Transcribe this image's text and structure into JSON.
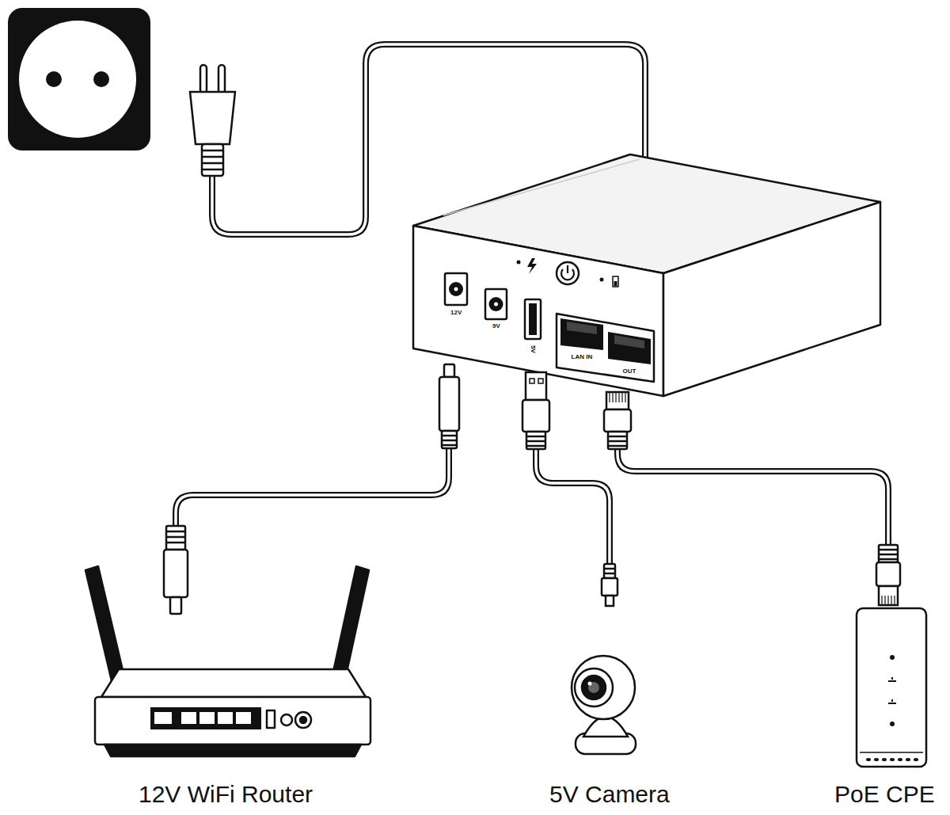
{
  "diagram": {
    "nodes": [
      {
        "text": [
          "12V",
          "9V",
          "5V",
          "LAN IN",
          "OUT"
        ]
      },
      {
        "text": [
          "12V WiFi Router"
        ]
      },
      {
        "text": [
          "5V Camera"
        ]
      },
      {
        "text": [
          "PoE CPE"
        ]
      }
    ],
    "edges": [
      {
        "from": 0,
        "to": 1,
        "arrow": "none"
      },
      {
        "from": 0,
        "to": 2,
        "arrow": "none"
      },
      {
        "from": 0,
        "to": 3,
        "arrow": "none"
      }
    ]
  }
}
